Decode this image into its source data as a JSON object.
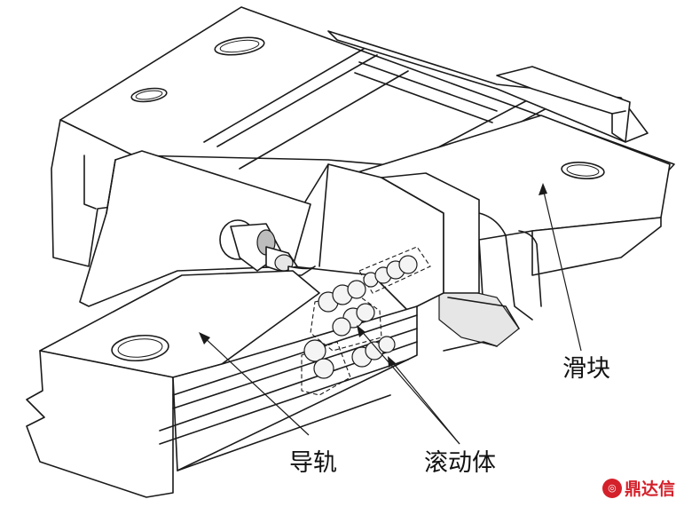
{
  "labels": {
    "slider": "滑块",
    "rail": "导轨",
    "rolling_element": "滚动体"
  },
  "watermark": {
    "brand": "鼎达信",
    "color": "#d4202a"
  }
}
